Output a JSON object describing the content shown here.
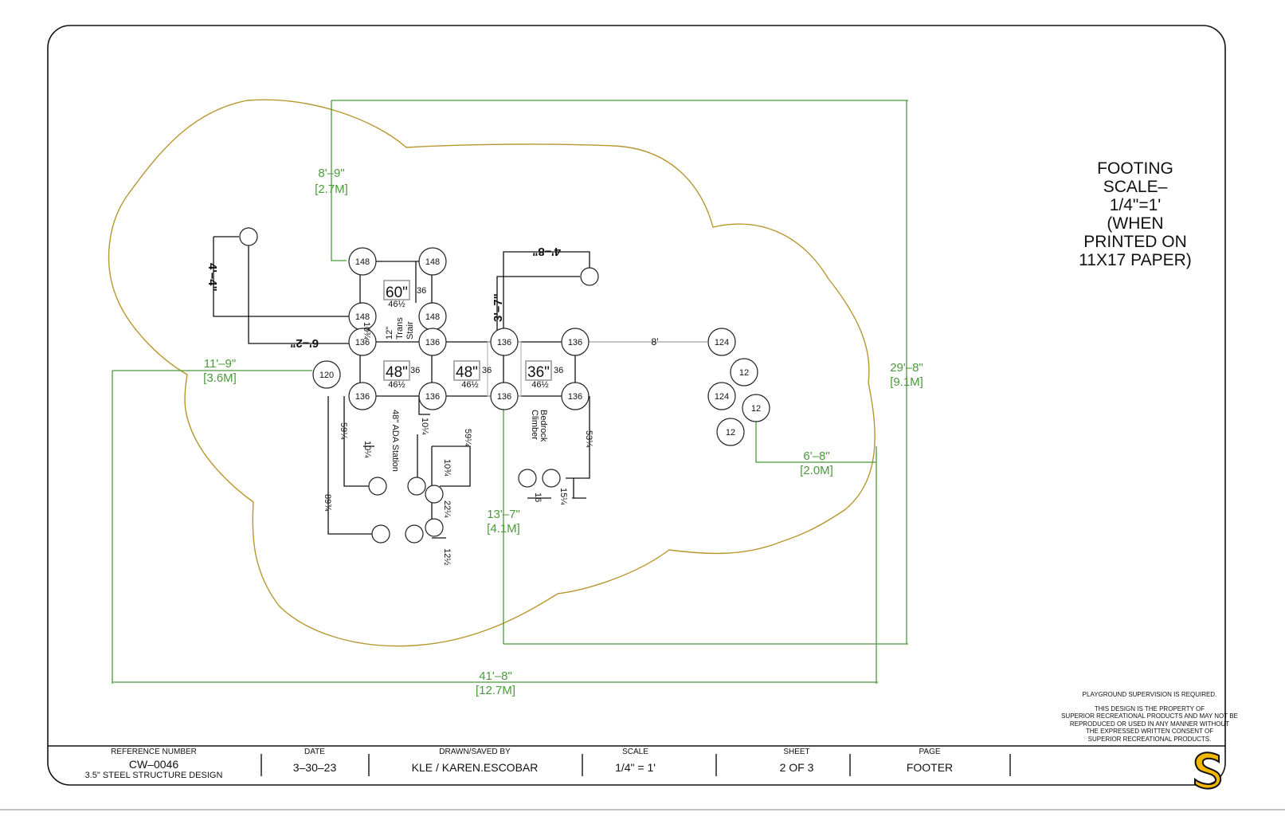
{
  "sheet_note": {
    "lines": [
      "FOOTING",
      "SCALE–",
      "1/4\"=1'",
      "(WHEN",
      "PRINTED ON",
      "11X17 PAPER)"
    ]
  },
  "notes": {
    "supervision": "PLAYGROUND SUPERVISION IS REQUIRED.",
    "property": [
      "THIS DESIGN IS THE PROPERTY OF",
      "SUPERIOR RECREATIONAL PRODUCTS AND MAY NOT BE",
      "REPRODUCED OR USED IN ANY MANNER WITHOUT",
      "THE EXPRESSED WRITTEN CONSENT OF",
      "SUPERIOR RECREATIONAL PRODUCTS."
    ]
  },
  "title_block": {
    "reference": {
      "label": "REFERENCE NUMBER",
      "value": "CW–0046",
      "sub": "3.5\" STEEL STRUCTURE DESIGN"
    },
    "date": {
      "label": "DATE",
      "value": "3–30–23"
    },
    "drawn": {
      "label": "DRAWN/SAVED BY",
      "value": "KLE / KAREN.ESCOBAR"
    },
    "scale": {
      "label": "SCALE",
      "value": "1/4\" = 1'"
    },
    "sheet": {
      "label": "SHEET",
      "value": "2 OF 3"
    },
    "page": {
      "label": "PAGE",
      "value": "FOOTER"
    },
    "logo_letter": "S"
  },
  "colors": {
    "border": "#111111",
    "dimension": "#4a9a3a",
    "boundary": "#b8962e",
    "logo": "#f2b705"
  },
  "dimensions": {
    "top": {
      "ft": "8'–9\"",
      "m": "[2.7M]"
    },
    "left": {
      "ft": "11'–9\"",
      "m": "[3.6M]"
    },
    "right_height": {
      "ft": "29'–8\"",
      "m": "[9.1M]"
    },
    "right_clear": {
      "ft": "6'–8\"",
      "m": "[2.0M]"
    },
    "bottom_clear": {
      "ft": "13'–7\"",
      "m": "[4.1M]"
    },
    "overall_width": {
      "ft": "41'–8\"",
      "m": "[12.7M]"
    },
    "d_4_4": "4'–4\"",
    "d_6_2": "6'–2\"",
    "d_4_8": "4'–8\"",
    "d_3_7": "3'–7\"",
    "d_8": "8'"
  },
  "posts": [
    {
      "id": "p1",
      "label": "148"
    },
    {
      "id": "p2",
      "label": "148"
    },
    {
      "id": "p3",
      "label": "148"
    },
    {
      "id": "p4",
      "label": "148"
    },
    {
      "id": "p5",
      "label": "136"
    },
    {
      "id": "p6",
      "label": "136"
    },
    {
      "id": "p7",
      "label": "136"
    },
    {
      "id": "p8",
      "label": "136"
    },
    {
      "id": "p9",
      "label": "136"
    },
    {
      "id": "p10",
      "label": "136"
    },
    {
      "id": "p11",
      "label": "136"
    },
    {
      "id": "p12",
      "label": "136"
    },
    {
      "id": "p13",
      "label": "124"
    },
    {
      "id": "p14",
      "label": "124"
    },
    {
      "id": "p15",
      "label": "120"
    },
    {
      "id": "p16",
      "label": "12"
    },
    {
      "id": "p17",
      "label": "12"
    },
    {
      "id": "p18",
      "label": "12"
    }
  ],
  "decks": [
    {
      "height": "60\"",
      "side": "36",
      "span": "46½"
    },
    {
      "height": "48\"",
      "side": "36",
      "span": "46½"
    },
    {
      "height": "48\"",
      "side": "36",
      "span": "46½"
    },
    {
      "height": "36\"",
      "side": "36",
      "span": "46½"
    }
  ],
  "components": {
    "stair": [
      "12\"",
      "Trans",
      "Stair"
    ],
    "ada": "48\" ADA Station",
    "climber": [
      "Bedrock",
      "Climber"
    ]
  },
  "small_dims": {
    "a": "59¼",
    "b": "10¼",
    "c": "10¼",
    "d": "59¼",
    "e": "10¾",
    "f": "22¼",
    "g": "12½",
    "h": "89¾",
    "i": "53¼",
    "j": "15¼",
    "k": "16",
    "l": "10¾"
  }
}
